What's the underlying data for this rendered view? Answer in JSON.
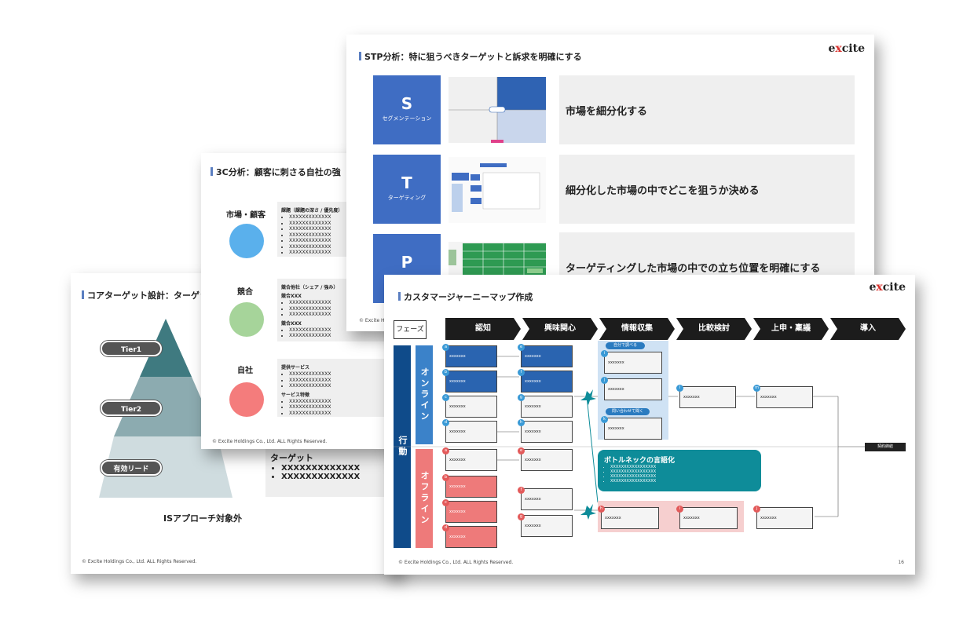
{
  "slide_core": {
    "title": "コアターゲット設計：ターゲット",
    "tiers": [
      "Tier1",
      "Tier2",
      "有効リード"
    ],
    "outside_label": "ISアプローチ対象外",
    "target_box": {
      "heading": "ターゲット",
      "items": [
        "XXXXXXXXXXXXX",
        "XXXXXXXXXXXXX"
      ]
    },
    "copyright": "© Excite Holdings Co., Ltd. ALL Rights Reserved.",
    "colors": {
      "tier1": "#3f7a80",
      "tier2": "#8cabb0",
      "tier3": "#cfdcdf"
    }
  },
  "slide_3c": {
    "title": "3C分析：顧客に刺さる自社の強",
    "rows": [
      {
        "label": "市場・顧客",
        "color": "#5ab0ec",
        "groups": [
          {
            "sub": "課題（課題の深さ / 優先度）",
            "items": [
              "XXXXXXXXXXXXX",
              "XXXXXXXXXXXXX",
              "XXXXXXXXXXXXX",
              "XXXXXXXXXXXXX",
              "XXXXXXXXXXXXX",
              "XXXXXXXXXXXXX",
              "XXXXXXXXXXXXX"
            ]
          }
        ]
      },
      {
        "label": "競合",
        "color": "#a6d49a",
        "groups": [
          {
            "sub": "競合他社（シェア / 強み）",
            "items": []
          },
          {
            "sub": "競合XXX",
            "items": [
              "XXXXXXXXXXXXX",
              "XXXXXXXXXXXXX",
              "XXXXXXXXXXXXX"
            ]
          },
          {
            "sub": "競合XXX",
            "items": [
              "XXXXXXXXXXXXX",
              "XXXXXXXXXXXXX"
            ]
          }
        ]
      },
      {
        "label": "自社",
        "color": "#f47c7c",
        "groups": [
          {
            "sub": "提供サービス",
            "items": [
              "XXXXXXXXXXXXX",
              "XXXXXXXXXXXXX",
              "XXXXXXXXXXXXX"
            ]
          },
          {
            "sub": "サービス特徴",
            "items": [
              "XXXXXXXXXXXXX",
              "XXXXXXXXXXXXX",
              "XXXXXXXXXXXXX"
            ]
          }
        ]
      }
    ],
    "copyright": "© Excite Holdings Co., Ltd. ALL Rights Reserved."
  },
  "slide_stp": {
    "title": "STP分析：特に狙うべきターゲットと訴求を明確にする",
    "logo": "excite",
    "rows": [
      {
        "letter": "S",
        "name": "セグメンテーション",
        "desc": "市場を細分化する"
      },
      {
        "letter": "T",
        "name": "ターゲティング",
        "desc": "細分化した市場の中でどこを狙うか決める"
      },
      {
        "letter": "P",
        "name": "",
        "desc": "ターゲティングした市場の中での立ち位置を明確にする"
      }
    ],
    "copyright": "© Excite H"
  },
  "slide_journey": {
    "title": "カスタマージャーニーマップ作成",
    "logo": "excite",
    "phase_label": "フェーズ",
    "phases": [
      "認知",
      "興味関心",
      "情報収集",
      "比較検討",
      "上申・稟議",
      "導入"
    ],
    "action_label": "行動",
    "lanes": {
      "online": "オンライン",
      "offline": "オフライン"
    },
    "card_text": "xxxxxxx",
    "tags": [
      "自分で調べる",
      "問い合わせて聞く"
    ],
    "bottleneck": {
      "heading": "ボトルネックの言語化",
      "items": [
        "XXXXXXXXXXXXXXXXX",
        "XXXXXXXXXXXXXXXXX",
        "XXXXXXXXXXXXXXXXX",
        "XXXXXXXXXXXXXXXXX"
      ]
    },
    "contract": "契約締結",
    "copyright": "© Excite Holdings Co., Ltd. ALL Rights Reserved.",
    "page": "16"
  }
}
